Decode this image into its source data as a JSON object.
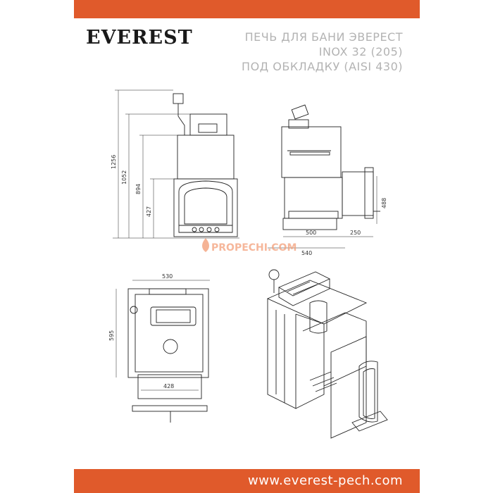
{
  "colors": {
    "accent": "#e05a2b",
    "title": "#b3b3b3",
    "line": "#222222"
  },
  "brand": {
    "logo": "EVEREST"
  },
  "title": {
    "line1": "ПЕЧЬ ДЛЯ БАНИ ЭВЕРЕСТ",
    "line2": "INOX 32 (205)",
    "line3": "ПОД ОБКЛАДКУ (AISI 430)"
  },
  "dimensions": {
    "front_total_height": "1256",
    "front_height_2": "1052",
    "front_height_3": "894",
    "front_height_4": "427",
    "side_tunnel_height": "488",
    "side_depth": "500",
    "side_tunnel_length": "250",
    "side_total_depth": "540",
    "top_width": "530",
    "top_depth": "595",
    "top_inner_width": "428"
  },
  "watermark": {
    "text": "PROPECHI.COM"
  },
  "footer": {
    "url": "www.everest-pech.com"
  }
}
